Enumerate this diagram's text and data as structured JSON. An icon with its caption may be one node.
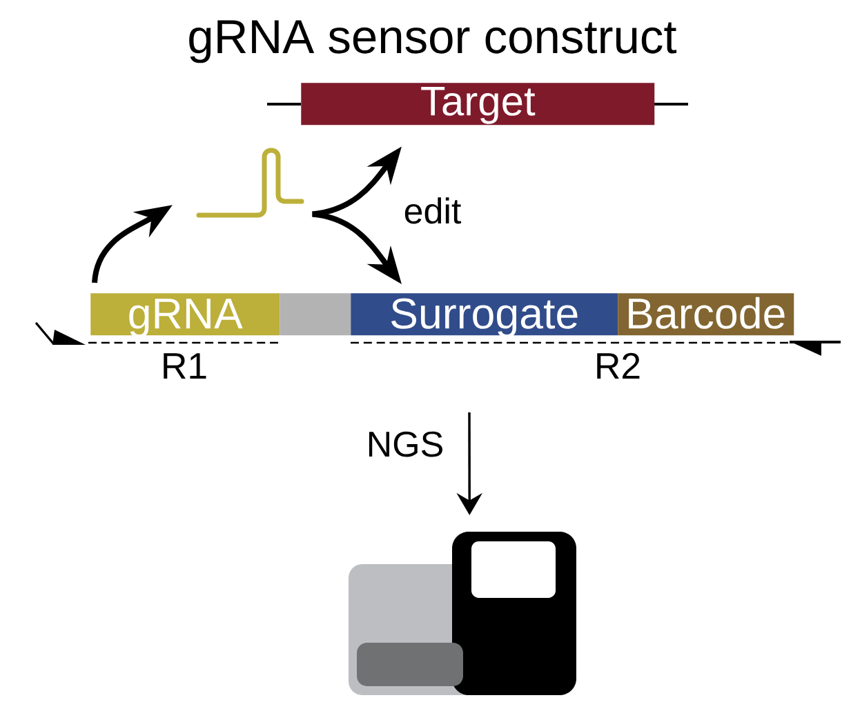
{
  "diagram": {
    "title": "gRNA sensor construct",
    "nodes": [
      {
        "text": [
          "Target"
        ]
      },
      {
        "text": [],
        "shape": "picture"
      },
      {
        "text": [
          "gRNA"
        ]
      },
      {
        "text": [],
        "shape": "box"
      },
      {
        "text": [
          "Surrogate"
        ]
      },
      {
        "text": [
          "Barcode"
        ]
      },
      {
        "text": [],
        "shape": "picture"
      }
    ],
    "edges": [
      {
        "from": 2,
        "to": 1,
        "arrow": "to"
      },
      {
        "from": 1,
        "to": 0,
        "arrow": "to",
        "label": "edit"
      },
      {
        "from": 1,
        "to": 4,
        "arrow": "to"
      },
      {
        "from": null,
        "to": 6,
        "arrow": "to",
        "label": "NGS"
      }
    ],
    "labels": [
      "R1",
      "R2"
    ]
  }
}
